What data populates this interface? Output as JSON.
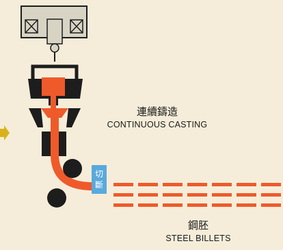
{
  "labels": {
    "casting_zh": "連續鑄造",
    "casting_en": "CONTINUOUS CASTING",
    "cut_char1": "切",
    "cut_char2": "斷",
    "billets_zh": "鋼胚",
    "billets_en": "STEEL BILLETS"
  },
  "colors": {
    "background": "#f5edd9",
    "steel": "#ef5a2b",
    "machine": "#1d1d1d",
    "crane": "#d8d4c4",
    "cutter": "#5aa9dc",
    "arrow": "#d9b21a"
  }
}
